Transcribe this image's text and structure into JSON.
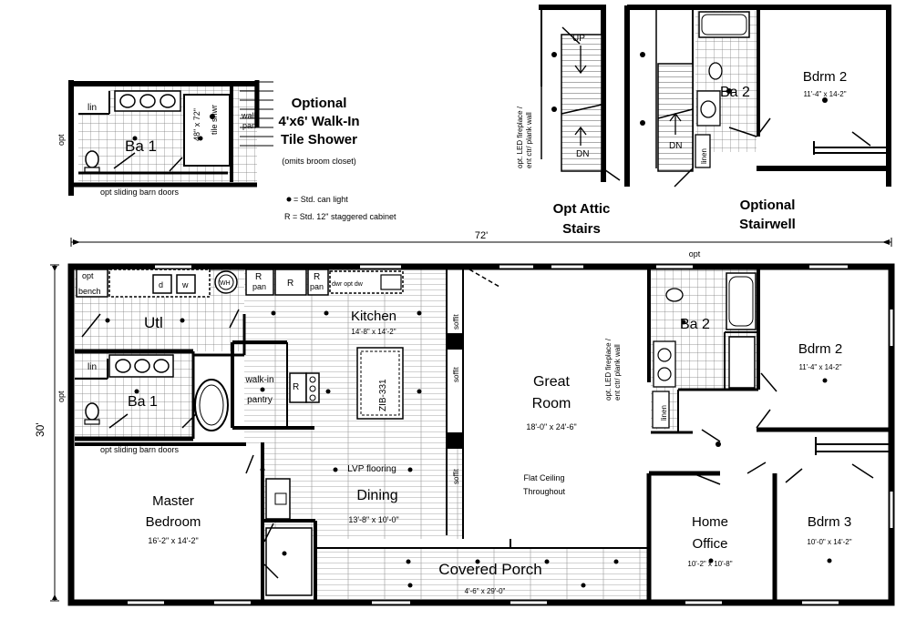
{
  "inset_shower": {
    "lin": "lin",
    "ba1": "Ba 1",
    "opt_left": "opt",
    "shower_size": "48\" x 72\"",
    "tile_shwr": "tile shwr",
    "walk": "walk",
    "pan": "pan",
    "barn_doors": "opt sliding barn doors",
    "title_line1": "Optional",
    "title_line2": "4'x6' Walk-In",
    "title_line3": "Tile Shower",
    "subtitle": "(omits broom closet)",
    "legend_light": "= Std. can light",
    "legend_cabinet": "R = Std. 12\" staggered cabinet"
  },
  "inset_attic": {
    "up": "UP",
    "dn": "DN",
    "fireplace_line1": "opt. LED fireplace /",
    "fireplace_line2": "ent ctr/ plank wall",
    "title_line1": "Opt Attic",
    "title_line2": "Stairs"
  },
  "inset_stairwell": {
    "ba2": "Ba 2",
    "dn": "DN",
    "linen": "linen",
    "bdrm2_name": "Bdrm 2",
    "bdrm2_size": "11'-4\" x 14-2\"",
    "title_line1": "Optional",
    "title_line2": "Stairwell"
  },
  "dimensions": {
    "width": "72'",
    "depth": "30'",
    "opt_top": "opt"
  },
  "rooms": {
    "opt_bench": "opt",
    "bench": "bench",
    "d": "d",
    "w": "w",
    "wh": "WH",
    "r1": "R",
    "pan1": "pan",
    "r2": "R",
    "r3": "R",
    "pan2": "pan",
    "dw_label": "dwr opt dw",
    "utl": "Utl",
    "kitchen_name": "Kitchen",
    "kitchen_size": "14'-8\" x 14'-2\"",
    "lin": "lin",
    "ba1": "Ba 1",
    "opt_left": "opt",
    "walkin": "walk-in",
    "pantry": "pantry",
    "r_pantry": "R",
    "island": "ZIB-331",
    "soffit1": "soffit",
    "soffit2": "soffit",
    "soffit3": "soffit",
    "barn_doors": "opt sliding barn doors",
    "lvp": "LVP flooring",
    "dining_name": "Dining",
    "dining_size": "13'-8\" x 10'-0\"",
    "master_line1": "Master",
    "master_line2": "Bedroom",
    "master_size": "16'-2\" x 14'-2\"",
    "great_line1": "Great",
    "great_line2": "Room",
    "great_size": "18'-0\" x 24'-6\"",
    "flat_line1": "Flat Ceiling",
    "flat_line2": "Throughout",
    "fireplace_line1": "opt. LED fireplace /",
    "fireplace_line2": "ent ctr/ plank wall",
    "ba2": "Ba 2",
    "linen": "linen",
    "bdrm2_name": "Bdrm 2",
    "bdrm2_size": "11'-4\" x 14-2\"",
    "office_line1": "Home",
    "office_line2": "Office",
    "office_size": "10'-2\" x 10'-8\"",
    "bdrm3_name": "Bdrm 3",
    "bdrm3_size": "10'-0\" x 14'-2\"",
    "porch_name": "Covered Porch",
    "porch_size": "4'-6\" x 29'-0\""
  }
}
